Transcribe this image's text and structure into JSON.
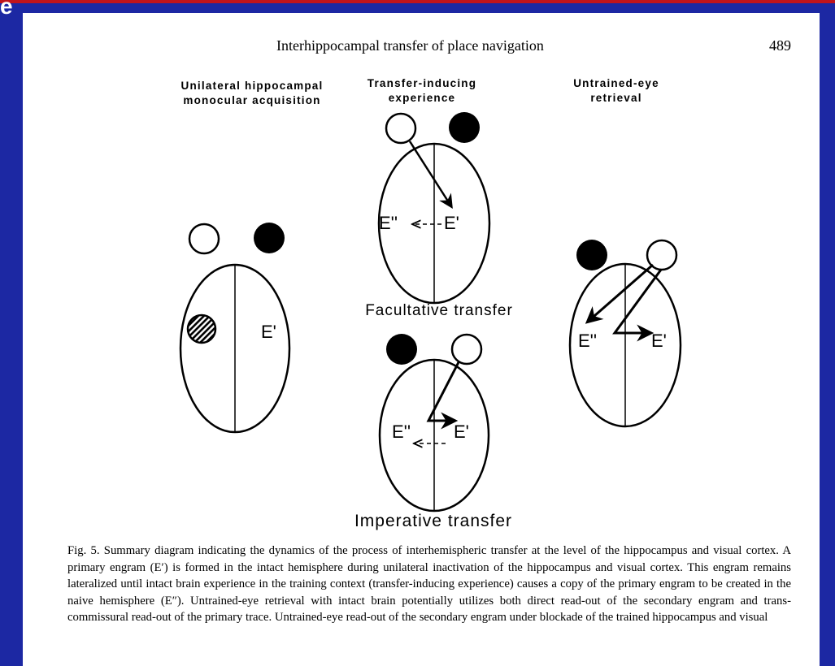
{
  "slide": {
    "corner_glyph": "e",
    "accent_color": "#c0141c",
    "background_color": "#1c28a3"
  },
  "paper": {
    "running_title": "Interhippocampal transfer of place navigation",
    "page_number": "489"
  },
  "figure": {
    "panels": {
      "left": {
        "heading_line1": "Unilateral hippocampal",
        "heading_line2": "monocular acquisition",
        "engram": "E'"
      },
      "top_center": {
        "heading_line1": "Transfer-inducing",
        "heading_line2": "experience",
        "engram_secondary": "E''",
        "engram_primary": "E'",
        "label": "Facultative transfer"
      },
      "bottom_center": {
        "engram_secondary": "E''",
        "engram_primary": "E'",
        "label": "Imperative transfer"
      },
      "right": {
        "heading_line1": "Untrained-eye",
        "heading_line2": "retrieval",
        "engram_secondary": "E''",
        "engram_primary": "E'"
      }
    }
  },
  "caption": {
    "text": "Fig. 5. Summary diagram indicating the dynamics of the process of interhemispheric transfer at the level of the hippocampus and visual cortex. A primary engram (E′) is formed in the intact hemisphere during unilateral inactivation of the hippocampus and visual cortex. This engram remains lateralized until intact brain experience in the training context (transfer-inducing experience) causes a copy of the primary engram to be created in the naive hemisphere (E″). Untrained-eye retrieval with intact brain potentially utilizes both direct read-out of the secondary engram and trans-commissural read-out of the primary trace. Untrained-eye read-out of the secondary engram under blockade of the trained hippocampus and visual"
  }
}
